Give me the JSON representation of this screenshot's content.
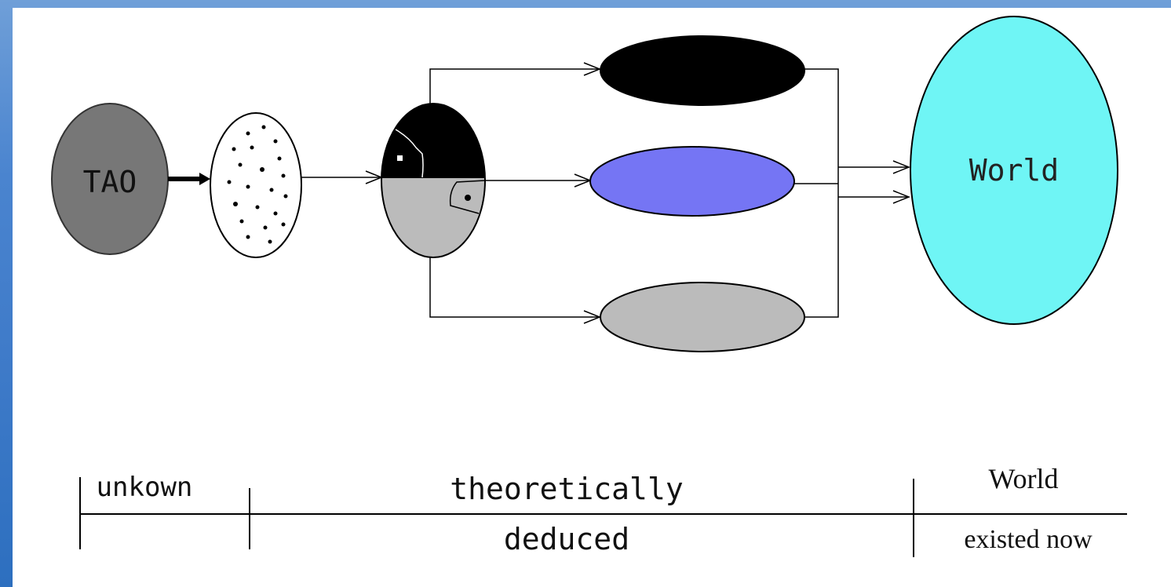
{
  "diagram": {
    "nodes": {
      "tao": {
        "label": "TAO",
        "fill": "#777777"
      },
      "chaos": {
        "label": "",
        "fill": "#ffffff"
      },
      "yinyang": {
        "label": "",
        "fill_top": "#000000",
        "fill_bottom": "#bbbbbb"
      },
      "black": {
        "label": "",
        "fill": "#000000"
      },
      "blue": {
        "label": "",
        "fill": "#7575f4"
      },
      "gray": {
        "label": "",
        "fill": "#bbbbbb"
      },
      "world": {
        "label": "World",
        "fill": "#6ff5f5"
      }
    }
  },
  "timeline": {
    "segments": [
      {
        "top": "unkown",
        "bottom": ""
      },
      {
        "top": "theoretically",
        "bottom": "deduced"
      },
      {
        "top": "World",
        "bottom": "existed now"
      }
    ]
  }
}
